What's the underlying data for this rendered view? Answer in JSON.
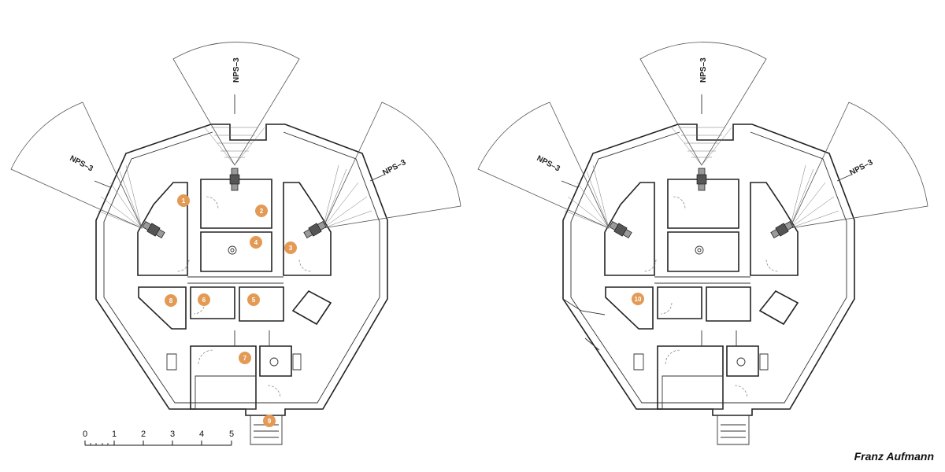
{
  "plans": [
    {
      "fan_labels": [
        "NPS–3",
        "NPS–3",
        "NPS–3"
      ],
      "markers": [
        "1",
        "2",
        "3",
        "4",
        "5",
        "6",
        "7",
        "8",
        "9"
      ]
    },
    {
      "fan_labels": [
        "NPS–3",
        "NPS–3",
        "NPS–3"
      ],
      "markers": [
        "10"
      ]
    }
  ],
  "scale_bar": {
    "ticks": [
      "0",
      "1",
      "2",
      "3",
      "4",
      "5"
    ]
  },
  "credit": "Franz Aufmann",
  "colors": {
    "marker": "#e39a55",
    "line": "#222222"
  }
}
